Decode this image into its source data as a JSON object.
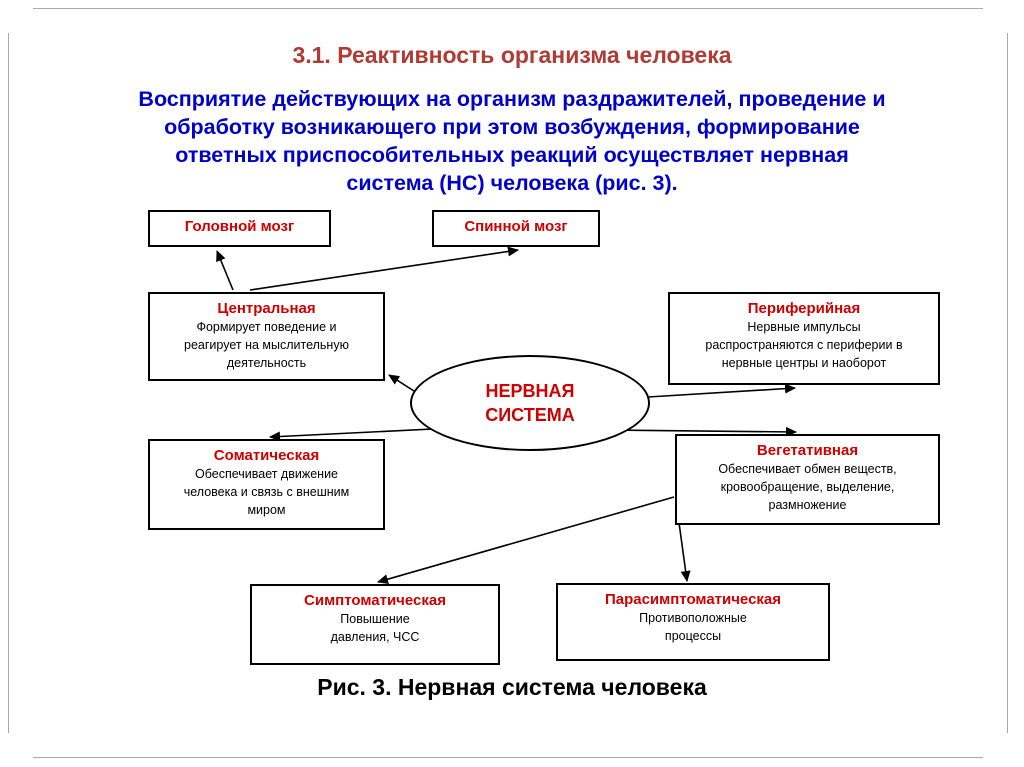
{
  "slide": {
    "title": "3.1. Реактивность организма человека",
    "intro": "Восприятие действующих на организм раздражителей, проведение и\nобработку возникающего при этом возбуждения, формирование\nответных приспособительных реакций осуществляет нервная\nсистема (НС) человека (рис. 3).",
    "caption": "Рис. 3. Нервная система человека"
  },
  "diagram": {
    "center": {
      "title": "НЕРВНАЯ\nСИСТЕМА"
    },
    "brain": {
      "title": "Головной мозг"
    },
    "spinal": {
      "title": "Спинной мозг"
    },
    "central": {
      "title": "Центральная",
      "desc": "Формирует поведение и\nреагирует на мыслительную\nдеятельность"
    },
    "peripheral": {
      "title": "Периферийная",
      "desc": "Нервные импульсы\nраспространяются с периферии в\nнервные центры и наоборот"
    },
    "somatic": {
      "title": "Соматическая",
      "desc": "Обеспечивает движение\nчеловека и связь с внешним\nмиром"
    },
    "vegetative": {
      "title": "Вегетативная",
      "desc": "Обеспечивает обмен веществ,\nкровообращение, выделение,\nразмножение"
    },
    "sympathetic": {
      "title": "Симптоматическая",
      "desc": "Повышение\nдавления, ЧСС"
    },
    "parasympathetic": {
      "title": "Парасимптоматическая",
      "desc": "Противоположные\nпроцессы"
    }
  },
  "colors": {
    "slide_title": "#b03a34",
    "node_title": "#cc0000",
    "intro_text": "#0000cc",
    "connector": "#000000",
    "frame": "#a9a9a9"
  }
}
